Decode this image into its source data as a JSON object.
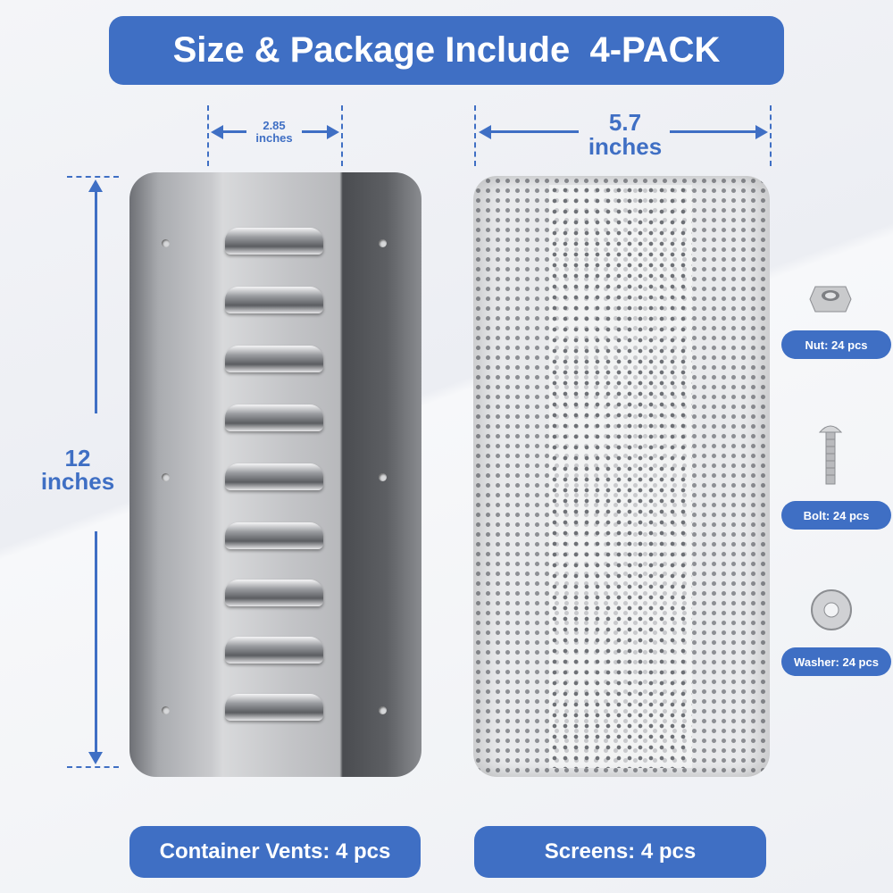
{
  "title": "Size & Package Include  4-PACK",
  "dimensions": {
    "vent_width": {
      "value": "2.85",
      "unit": "inches"
    },
    "screen_width": {
      "value": "5.7",
      "unit": "inches"
    },
    "height": {
      "value": "12",
      "unit": "inches"
    }
  },
  "labels": {
    "vents": "Container Vents: 4 pcs",
    "screens": "Screens: 4 pcs",
    "nut": "Nut: 24 pcs",
    "bolt": "Bolt: 24 pcs",
    "washer": "Washer: 24 pcs"
  },
  "colors": {
    "accent": "#3f6fc4"
  }
}
